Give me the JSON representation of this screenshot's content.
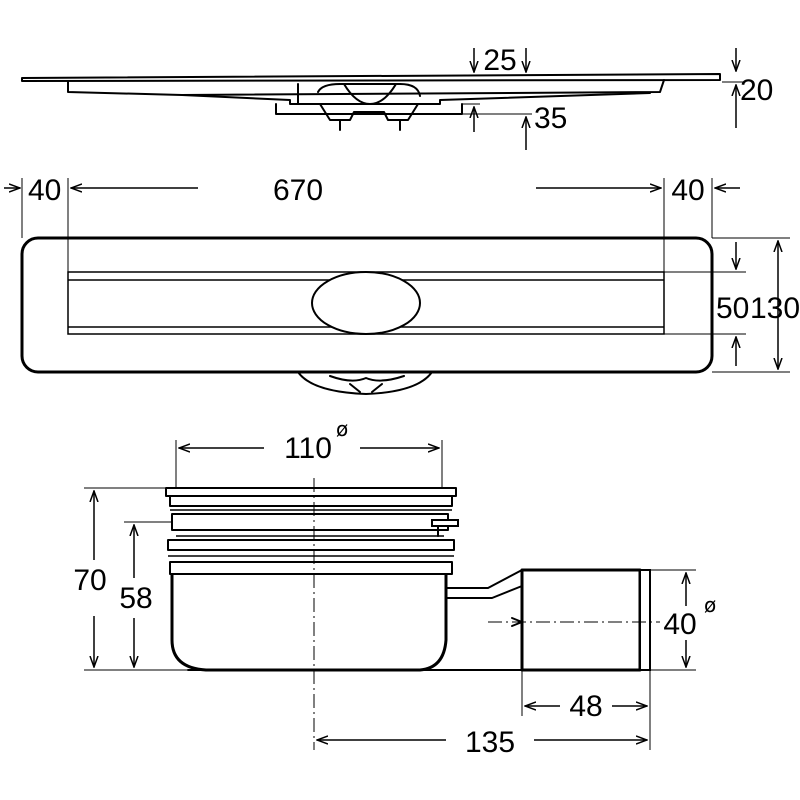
{
  "dimensions": {
    "top_view": {
      "d25": "25",
      "d20": "20",
      "d35": "35"
    },
    "plan_view": {
      "left_margin": "40",
      "channel_length": "670",
      "right_margin": "40",
      "channel_width": "50",
      "overall_width": "130"
    },
    "trap_view": {
      "inlet_diameter": "110",
      "diameter_symbol": "ø",
      "total_height": "70",
      "inner_height": "58",
      "outlet_diameter": "40",
      "outlet_length": "48",
      "offset_to_outlet": "135"
    }
  }
}
